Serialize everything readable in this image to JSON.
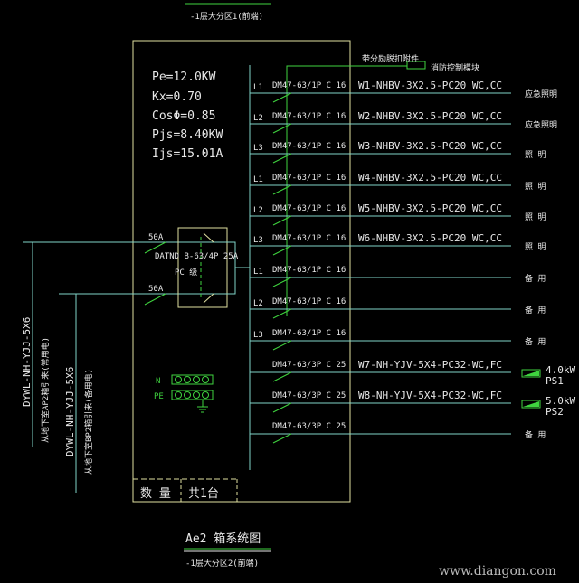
{
  "header": {
    "top_label": "-1层大分区1(前端)"
  },
  "panel": {
    "params": [
      "Pe=12.0KW",
      "Kx=0.70",
      "CosΦ=0.85",
      "Pjs=8.40KW",
      "Ijs=15.01A"
    ],
    "fire_link_label": "带分励脱扣附件",
    "fire_module_label": "消防控制模块",
    "quantity_label": "数  量",
    "quantity_value": "共1台"
  },
  "incoming": {
    "breaker1": "50A",
    "breaker2": "50A",
    "ats_label": "DATND B-63/4P 25A",
    "ats_sub": "PC 级",
    "cable1": "DYWL-NH-YJJ-5X6",
    "cable1_note": "从地下室AP2箱引来(常用电)",
    "cable2": "DYWL-NH-YJJ-5X6",
    "cable2_note": "从地下室BP2箱引来(备用电)",
    "n_label": "N",
    "pe_label": "PE"
  },
  "circuits": [
    {
      "phase": "L1",
      "breaker": "DM47-63/1P C 16",
      "cable": "W1-NHBV-3X2.5-PC20 WC,CC",
      "load": "应急照明"
    },
    {
      "phase": "L2",
      "breaker": "DM47-63/1P C 16",
      "cable": "W2-NHBV-3X2.5-PC20 WC,CC",
      "load": "应急照明"
    },
    {
      "phase": "L3",
      "breaker": "DM47-63/1P C 16",
      "cable": "W3-NHBV-3X2.5-PC20 WC,CC",
      "load": "照 明"
    },
    {
      "phase": "L1",
      "breaker": "DM47-63/1P C 16",
      "cable": "W4-NHBV-3X2.5-PC20 WC,CC",
      "load": "照 明"
    },
    {
      "phase": "L2",
      "breaker": "DM47-63/1P C 16",
      "cable": "W5-NHBV-3X2.5-PC20 WC,CC",
      "load": "照 明"
    },
    {
      "phase": "L3",
      "breaker": "DM47-63/1P C 16",
      "cable": "W6-NHBV-3X2.5-PC20 WC,CC",
      "load": "照 明"
    },
    {
      "phase": "L1",
      "breaker": "DM47-63/1P C 16",
      "cable": "",
      "load": "备 用"
    },
    {
      "phase": "L2",
      "breaker": "DM47-63/1P C 16",
      "cable": "",
      "load": "备 用"
    },
    {
      "phase": "L3",
      "breaker": "DM47-63/1P C 16",
      "cable": "",
      "load": "备 用"
    },
    {
      "phase": "",
      "breaker": "DM47-63/3P C 25",
      "cable": "W7-NH-YJV-5X4-PC32-WC,FC",
      "load": "",
      "power": "4.0kW",
      "device": "PS1"
    },
    {
      "phase": "",
      "breaker": "DM47-63/3P C 25",
      "cable": "W8-NH-YJV-5X4-PC32-WC,FC",
      "load": "",
      "power": "5.0kW",
      "device": "PS2"
    },
    {
      "phase": "",
      "breaker": "DM47-63/3P C 25",
      "cable": "",
      "load": "备 用"
    }
  ],
  "footer": {
    "title": "Ae2  箱系统图",
    "subtitle": "-1层大分区2(前端)",
    "watermark": "www.diangon.com"
  },
  "colors": {
    "line": "#7fd4c8",
    "frame": "#e0e0a0",
    "green": "#3fd43f",
    "text": "#e8e8e8"
  }
}
